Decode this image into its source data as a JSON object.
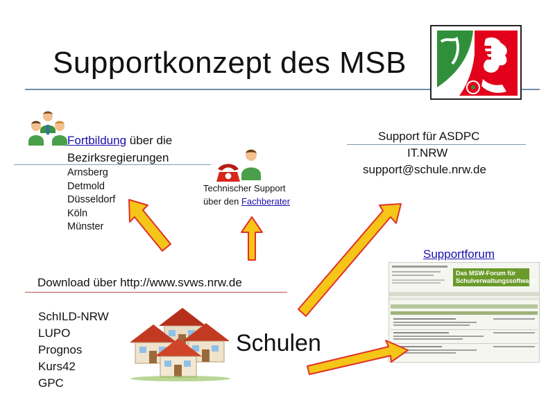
{
  "title": "Supportkonzept des MSB",
  "fortbildung": {
    "link": "Fortbildung",
    "line1_rest": " über die",
    "line2": "Bezirksregierungen",
    "regions": [
      "Arnsberg",
      "Detmold",
      "Düsseldorf",
      "Köln",
      "Münster"
    ]
  },
  "technischer_support": {
    "line1": "Technischer Support",
    "line2_prefix": "über den ",
    "link": "Fachberater"
  },
  "asdpc": {
    "line1": "Support für ASDPC",
    "line2": "IT.NRW",
    "line3": "support@schule.nrw.de"
  },
  "supportforum": {
    "link": "Supportforum",
    "banner_line1": "Das MSW-Forum für",
    "banner_line2": "Schulverwaltungssoftware"
  },
  "download": "Download über http://www.svws.nrw.de",
  "software": [
    "SchILD-NRW",
    "LUPO",
    "Prognos",
    "Kurs42",
    "GPC"
  ],
  "schulen": "Schulen",
  "colors": {
    "arrow_fill": "#f5c518",
    "arrow_stroke": "#e0302a",
    "rule_blue": "#7d9ab5",
    "rule_red": "#c0504d",
    "link": "#1a0dab",
    "nrw_green": "#2f8f3a",
    "nrw_red": "#e2001a"
  }
}
